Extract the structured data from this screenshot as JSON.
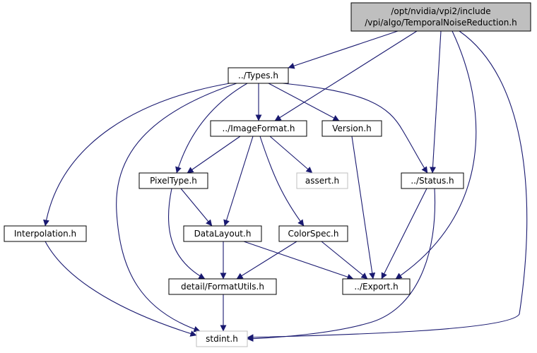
{
  "colors": {
    "edge": "#191970",
    "node_border": "#000000",
    "node_border_system": "#bfbfbf",
    "node_text": "#000000",
    "node_text_system": "#808080",
    "root_fill": "#bfbfbf",
    "node_fill": "#ffffff"
  },
  "nodes": [
    {
      "id": "root",
      "lines": [
        "/opt/nvidia/vpi2/include",
        "/vpi/algo/TemporalNoiseReduction.h"
      ],
      "kind": "root"
    },
    {
      "id": "types",
      "lines": [
        "../Types.h"
      ],
      "kind": "normal"
    },
    {
      "id": "imageformat",
      "lines": [
        "../ImageFormat.h"
      ],
      "kind": "normal"
    },
    {
      "id": "version",
      "lines": [
        "Version.h"
      ],
      "kind": "normal"
    },
    {
      "id": "pixeltype",
      "lines": [
        "PixelType.h"
      ],
      "kind": "normal"
    },
    {
      "id": "assert",
      "lines": [
        "assert.h"
      ],
      "kind": "system"
    },
    {
      "id": "status",
      "lines": [
        "../Status.h"
      ],
      "kind": "normal"
    },
    {
      "id": "interpolation",
      "lines": [
        "Interpolation.h"
      ],
      "kind": "normal"
    },
    {
      "id": "datalayout",
      "lines": [
        "DataLayout.h"
      ],
      "kind": "normal"
    },
    {
      "id": "colorspec",
      "lines": [
        "ColorSpec.h"
      ],
      "kind": "normal"
    },
    {
      "id": "formatutils",
      "lines": [
        "detail/FormatUtils.h"
      ],
      "kind": "normal"
    },
    {
      "id": "export",
      "lines": [
        "../Export.h"
      ],
      "kind": "normal"
    },
    {
      "id": "stdint",
      "lines": [
        "stdint.h"
      ],
      "kind": "system"
    }
  ],
  "edges": [
    [
      "root",
      "types"
    ],
    [
      "root",
      "imageformat"
    ],
    [
      "root",
      "status"
    ],
    [
      "root",
      "export"
    ],
    [
      "root",
      "stdint"
    ],
    [
      "types",
      "imageformat"
    ],
    [
      "types",
      "version"
    ],
    [
      "types",
      "status"
    ],
    [
      "types",
      "pixeltype"
    ],
    [
      "types",
      "interpolation"
    ],
    [
      "types",
      "stdint"
    ],
    [
      "imageformat",
      "pixeltype"
    ],
    [
      "imageformat",
      "assert"
    ],
    [
      "imageformat",
      "datalayout"
    ],
    [
      "imageformat",
      "colorspec"
    ],
    [
      "version",
      "export"
    ],
    [
      "pixeltype",
      "datalayout"
    ],
    [
      "pixeltype",
      "formatutils"
    ],
    [
      "status",
      "export"
    ],
    [
      "status",
      "stdint"
    ],
    [
      "interpolation",
      "stdint"
    ],
    [
      "datalayout",
      "formatutils"
    ],
    [
      "datalayout",
      "export"
    ],
    [
      "colorspec",
      "formatutils"
    ],
    [
      "colorspec",
      "export"
    ],
    [
      "formatutils",
      "stdint"
    ]
  ]
}
